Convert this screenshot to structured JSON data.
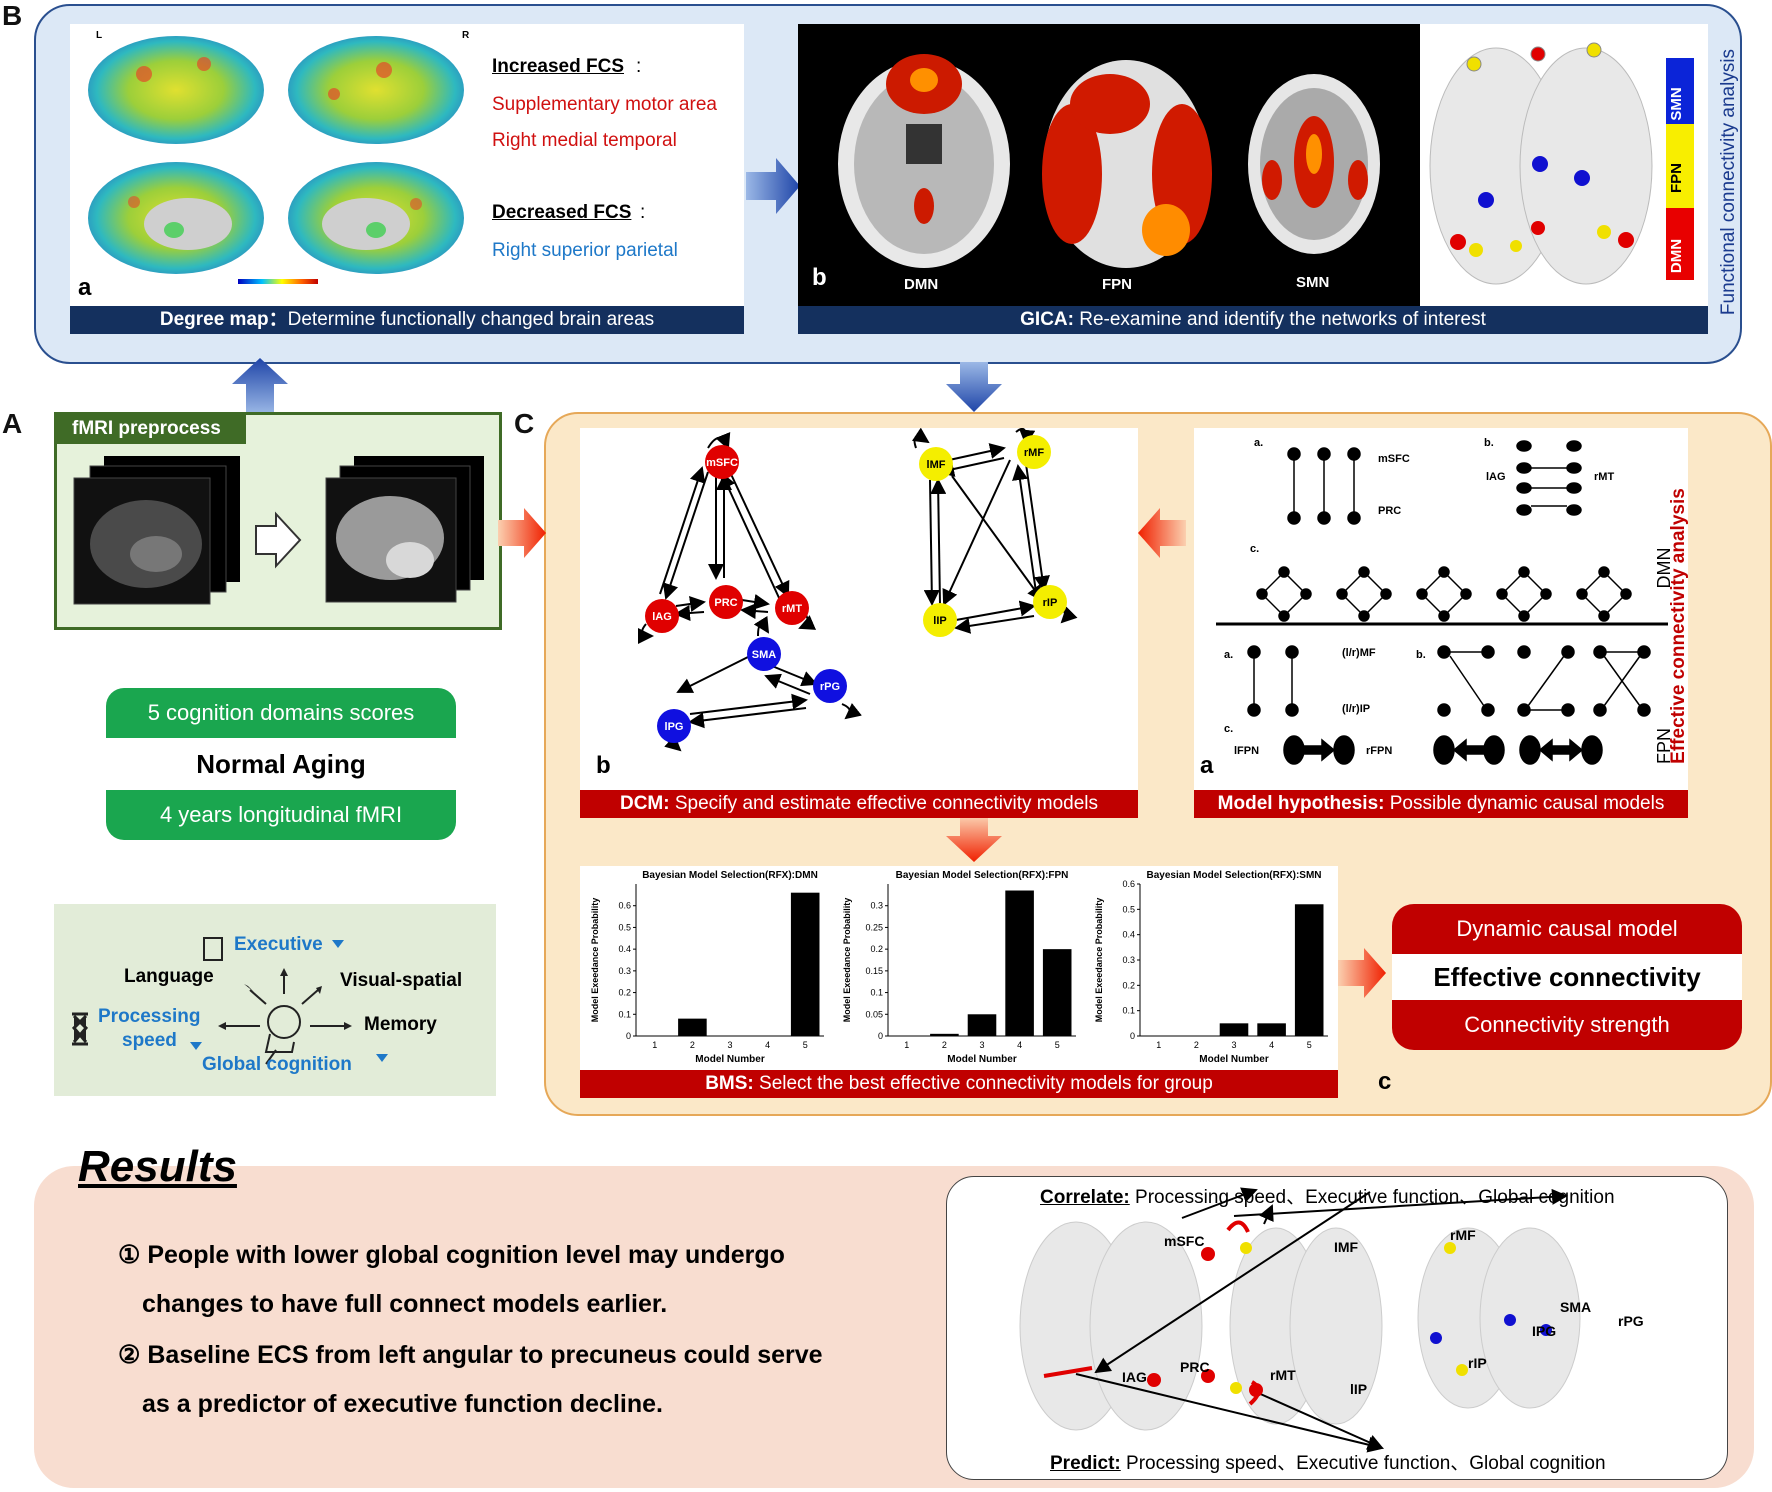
{
  "letters": {
    "A": "A",
    "B": "B",
    "C": "C"
  },
  "panelB": {
    "lr_left": "L",
    "lr_right": "R",
    "increased_title": "Increased FCS",
    "increased_items": [
      "Supplementary motor area",
      "Right medial temporal"
    ],
    "decreased_title": "Decreased FCS",
    "decreased_items": [
      "Right superior parietal"
    ],
    "sub_a": "a",
    "sub_b": "b",
    "degree_bold": "Degree map：",
    "degree_text": "Determine functionally changed brain areas",
    "gica_bold": "GICA:",
    "gica_text": " Re-examine and identify the networks of interest",
    "networks": [
      "DMN",
      "FPN",
      "SMN"
    ],
    "legend": [
      "SMN",
      "FPN",
      "DMN"
    ],
    "side_title": "Functional  connectivity analysis"
  },
  "panelA": {
    "preprocess": "fMRI preprocess",
    "pill_top": "5 cognition domains scores",
    "pill_mid": "Normal Aging",
    "pill_bottom": "4 years longitudinal fMRI",
    "cog": {
      "executive": "Executive",
      "language": "Language",
      "visual": "Visual-spatial",
      "processing1": "Processing",
      "processing2": "speed",
      "memory": "Memory",
      "global": "Global cognition"
    }
  },
  "panelC": {
    "side_title": "Effective  connectivity analysis",
    "dcm_bold": "DCM:",
    "dcm_text": " Specify and estimate effective connectivity models",
    "hyp_bold": "Model hypothesis:",
    "hyp_text": " Possible dynamic causal models",
    "bms_bold": "BMS:",
    "bms_text": "  Select the best effective connectivity models for group",
    "sub_a": "a",
    "sub_b": "b",
    "sub_c": "c",
    "dmn_nodes": {
      "mSFC": "mSFC",
      "lAG": "lAG",
      "PRC": "PRC",
      "rMT": "rMT"
    },
    "fpn_nodes": {
      "lMF": "lMF",
      "rMF": "rMF",
      "lIP": "lIP",
      "rIP": "rIP"
    },
    "smn_nodes": {
      "SMA": "SMA",
      "rPG": "rPG",
      "lPG": "lPG"
    },
    "hyp": {
      "a1": "a.",
      "b1": "b.",
      "c1": "c.",
      "mSFC": "mSFC",
      "PRC": "PRC",
      "lAG": "lAG",
      "rMT": "rMT",
      "DMN": "DMN",
      "a2": "a.",
      "b2": "b.",
      "c2": "c.",
      "lrMF": "(l/r)MF",
      "lrIP": "(l/r)IP",
      "lFPN": "lFPN",
      "rFPN": "rFPN",
      "FPN": "FPN"
    },
    "result_top": "Dynamic causal model",
    "result_mid": "Effective connectivity",
    "result_bottom": "Connectivity strength"
  },
  "chart_data": [
    {
      "type": "bar",
      "title": "Bayesian Model Selection(RFX):DMN",
      "xlabel": "Model Number",
      "ylabel": "Model Exeedance Probability",
      "categories": [
        "1",
        "2",
        "3",
        "4",
        "5"
      ],
      "values": [
        0,
        0.08,
        0,
        0,
        0.66
      ],
      "ylim": [
        0,
        0.7
      ],
      "yticks": [
        "0",
        "0.1",
        "0.2",
        "0.3",
        "0.4",
        "0.5",
        "0.6"
      ]
    },
    {
      "type": "bar",
      "title": "Bayesian Model Selection(RFX):FPN",
      "xlabel": "Model Number",
      "ylabel": "Model Exeedance Probability",
      "categories": [
        "1",
        "2",
        "3",
        "4",
        "5"
      ],
      "values": [
        0,
        0.005,
        0.05,
        0.335,
        0.2
      ],
      "ylim": [
        0,
        0.35
      ],
      "yticks": [
        "0",
        "0.05",
        "0.1",
        "0.15",
        "0.2",
        "0.25",
        "0.3"
      ]
    },
    {
      "type": "bar",
      "title": "Bayesian Model Selection(RFX):SMN",
      "xlabel": "Model Number",
      "ylabel": "Model Exeedance Probability",
      "categories": [
        "1",
        "2",
        "3",
        "4",
        "5"
      ],
      "values": [
        0,
        0,
        0.05,
        0.05,
        0.52
      ],
      "ylim": [
        0,
        0.6
      ],
      "yticks": [
        "0",
        "0.1",
        "0.2",
        "0.3",
        "0.4",
        "0.5",
        "0.6"
      ]
    }
  ],
  "results": {
    "title": "Results",
    "item1a": "① People with lower global cognition level may undergo",
    "item1b": "changes to have full connect models earlier.",
    "item2a": "② Baseline ECS from left angular to precuneus could serve",
    "item2b": "as a predictor of executive function decline.",
    "correlate_bold": "Correlate:",
    "correlate_text": " Processing speed、Executive function、Global cognition",
    "predict_bold": "Predict:",
    "predict_text": " Processing speed、Executive function、Global cognition",
    "labels": {
      "mSFC": "mSFC",
      "IAG": "IAG",
      "PRC": "PRC",
      "rMT": "rMT",
      "IMF": "IMF",
      "rMF": "rMF",
      "lIP": "lIP",
      "rIP": "rIP",
      "SMA": "SMA",
      "rPG": "rPG",
      "IPG": "IPG"
    }
  }
}
